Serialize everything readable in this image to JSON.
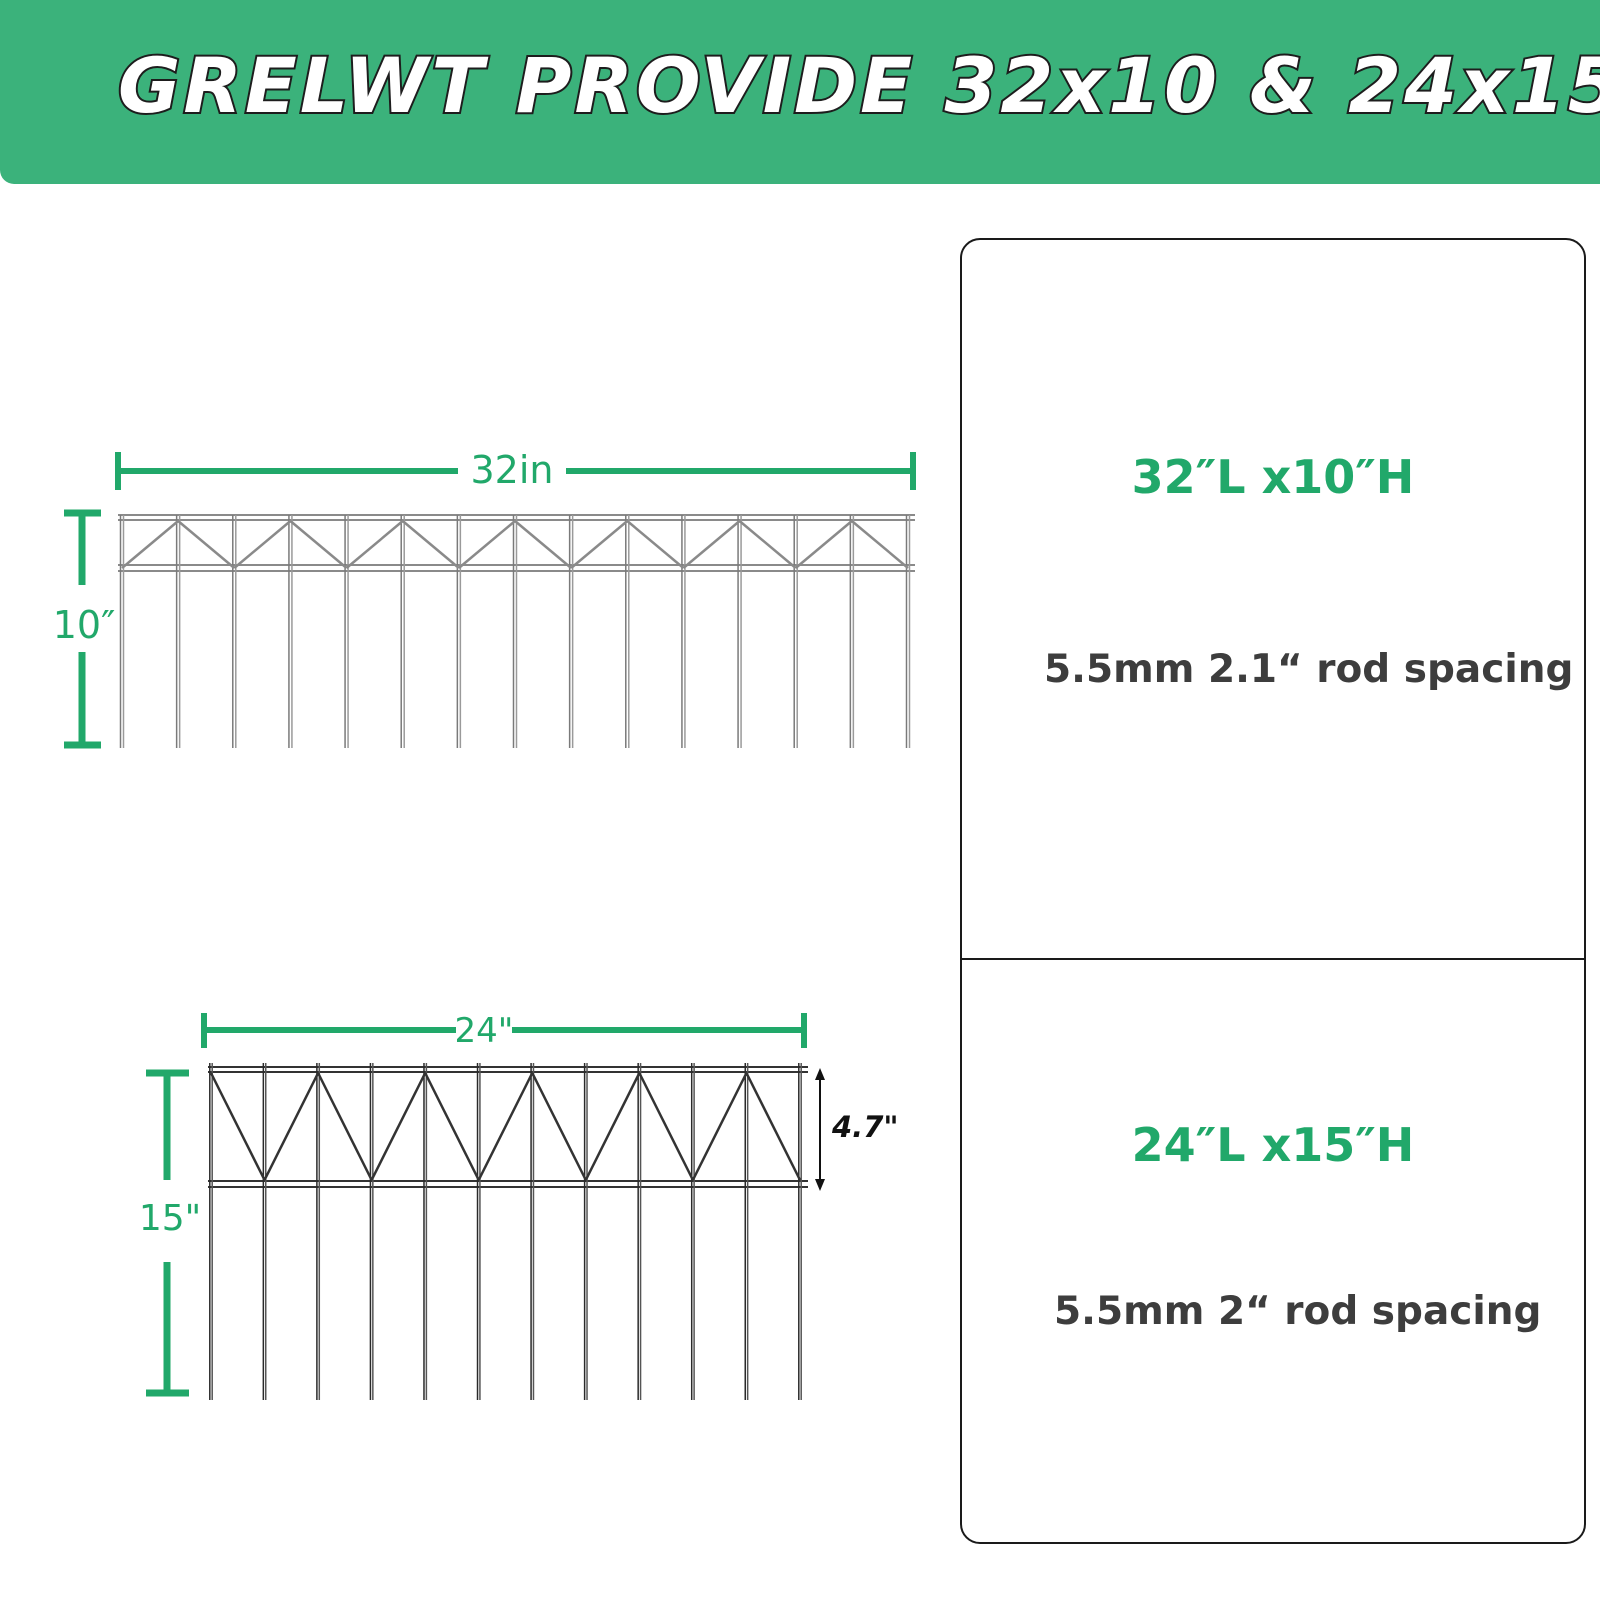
{
  "banner": {
    "title": "GRELWT PROVIDE 32x10 & 24x15",
    "color": "#3bb27b"
  },
  "accent_color": "#21a86a",
  "fence_top": {
    "width_label": "32in",
    "height_label": "10″"
  },
  "fence_bottom": {
    "width_label": "24\"",
    "height_label": "15\"",
    "section_label": "4.7\""
  },
  "specs": [
    {
      "title": "32″L x10″H",
      "detail": "5.5mm 2.1“ rod spacing"
    },
    {
      "title": "24″L x15″H",
      "detail": "5.5mm 2“ rod spacing"
    }
  ]
}
